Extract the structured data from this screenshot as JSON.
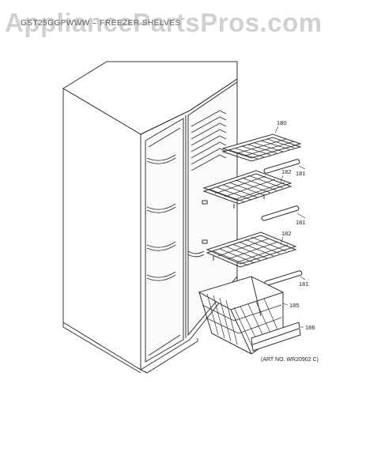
{
  "header": {
    "title": "GST25GGPWWW – FREEZER SHELVES"
  },
  "watermark": {
    "text": "AppliancePartsPros.com"
  },
  "callouts": {
    "c180": "180",
    "c181a": "181",
    "c182a": "182",
    "c181b": "181",
    "c182b": "182",
    "c181c": "181",
    "c185": "185",
    "c186": "186"
  },
  "art_number": "(ART NO. WR20902 C)"
}
